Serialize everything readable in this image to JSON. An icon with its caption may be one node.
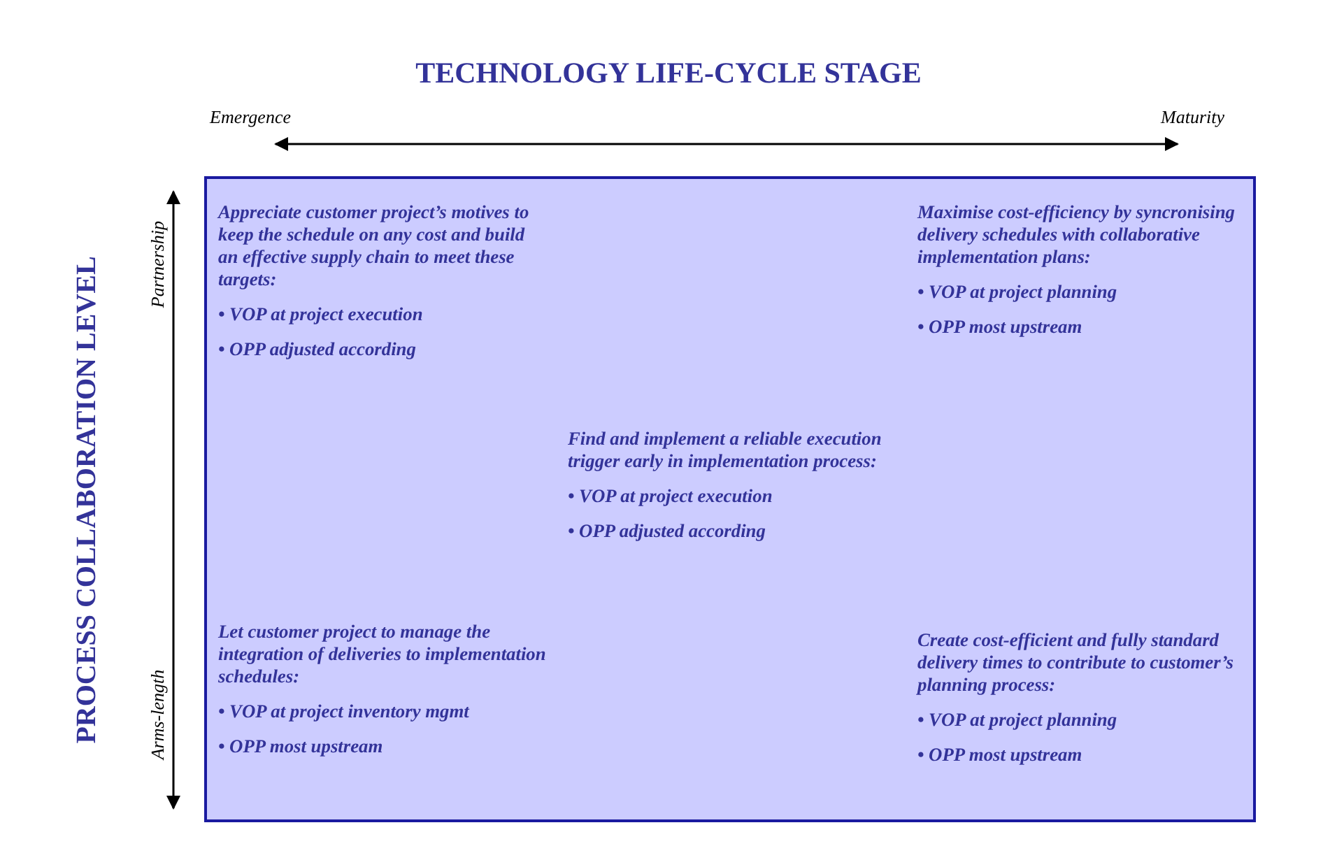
{
  "diagram": {
    "title": "TECHNOLOGY LIFE-CYCLE STAGE",
    "nodes": [
      {
        "text": [],
        "shape": "box"
      },
      {
        "text": [
          "Appreciate customer project’s motives to keep the schedule on any cost and build an effective supply chain to meet these targets:",
          "• VOP at project execution",
          "• OPP adjusted according"
        ],
        "in": 0
      },
      {
        "text": [
          "Maximise cost-efficiency by syncronising delivery schedules with collaborative implementation plans:",
          "• VOP at project planning",
          "• OPP most upstream"
        ],
        "in": 0
      },
      {
        "text": [
          "Find and implement a reliable execution trigger early in implementation process:",
          "•  VOP at project execution",
          "• OPP adjusted according"
        ],
        "in": 0
      },
      {
        "text": [
          "Let customer project to manage the integration of deliveries to implementation schedules:",
          "• VOP at project inventory mgmt",
          "• OPP most upstream"
        ],
        "in": 0
      },
      {
        "text": [
          "Create cost-efficient and fully standard delivery times to contribute to customer’s planning process:",
          "• VOP at project planning",
          "• OPP most upstream"
        ],
        "in": 0
      }
    ],
    "labels": [
      "Emergence",
      "Maturity",
      "PROCESS COLLABORATION LEVEL",
      "Partnership",
      "Arms-length"
    ]
  }
}
